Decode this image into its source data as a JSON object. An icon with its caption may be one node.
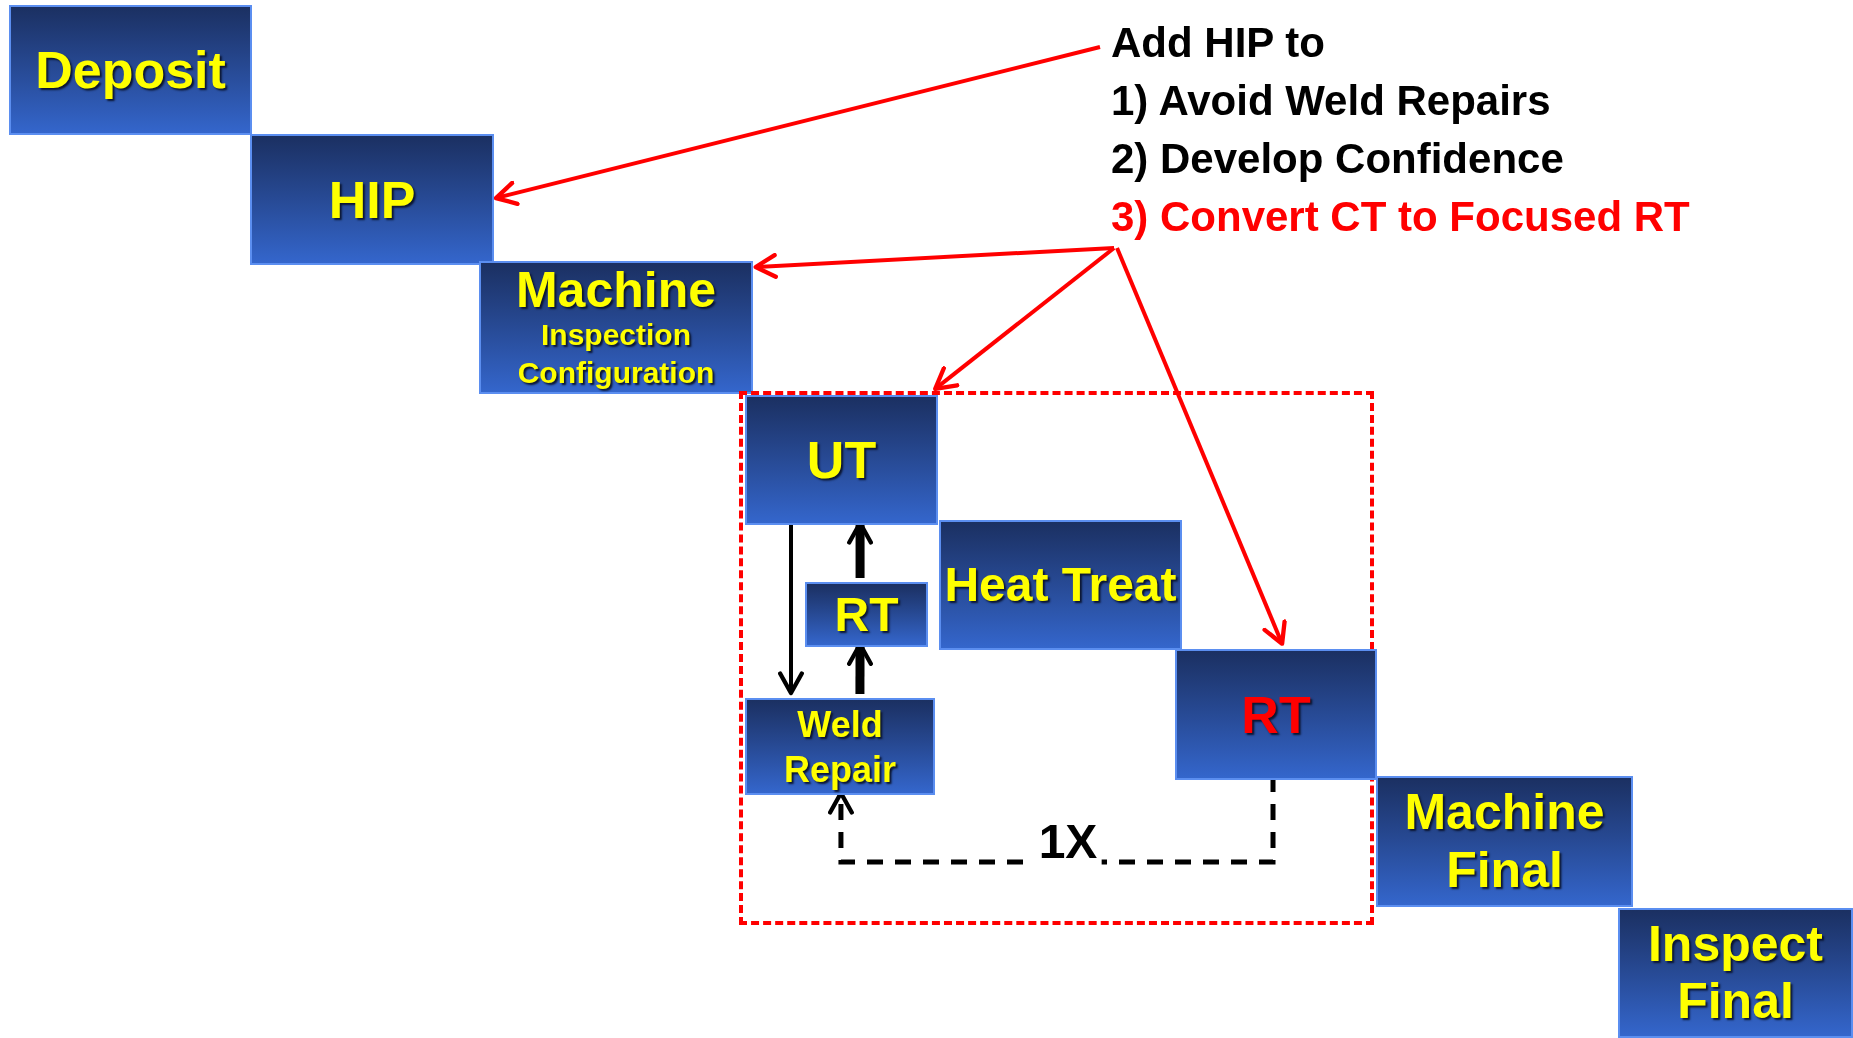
{
  "diagram": {
    "nodes": [
      {
        "text": [
          "Deposit"
        ]
      },
      {
        "text": [
          "HIP"
        ]
      },
      {
        "text": [
          "Add HIP to",
          "1) Avoid Weld Repairs",
          "2) Develop Confidence",
          "3) Convert CT to Focused RT"
        ]
      },
      {
        "text": [
          "Machine",
          "Inspection Configuration"
        ]
      },
      {
        "text": [],
        "shape": "box"
      },
      {
        "text": [
          "UT"
        ],
        "in": 4
      },
      {
        "text": [
          "Heat Treat"
        ],
        "in": 4
      },
      {
        "text": [
          "RT"
        ],
        "in": 4
      },
      {
        "text": [
          "Weld Repair"
        ],
        "in": 4
      },
      {
        "text": [
          "RT"
        ],
        "in": 4
      },
      {
        "text": [
          "Machine Final"
        ]
      },
      {
        "text": [
          "Inspect Final"
        ]
      }
    ],
    "edges": [
      {
        "from": 2,
        "to": 1,
        "arrow": "to",
        "color": "#ff0000"
      },
      {
        "from": 2,
        "to": 3,
        "arrow": "to",
        "color": "#ff0000"
      },
      {
        "from": 2,
        "to": 4,
        "arrow": "to",
        "color": "#ff0000"
      },
      {
        "from": 2,
        "to": 9,
        "arrow": "to",
        "color": "#ff0000"
      },
      {
        "from": 5,
        "to": 8,
        "arrow": "to",
        "color": "#000000"
      },
      {
        "from": 8,
        "to": 7,
        "arrow": "to",
        "style": "thick",
        "color": "#000000"
      },
      {
        "from": 7,
        "to": 5,
        "arrow": "to",
        "style": "thick",
        "color": "#000000"
      },
      {
        "from": 9,
        "to": 8,
        "arrow": "to",
        "style": "dashed",
        "color": "#000000",
        "label": "1X"
      }
    ]
  }
}
